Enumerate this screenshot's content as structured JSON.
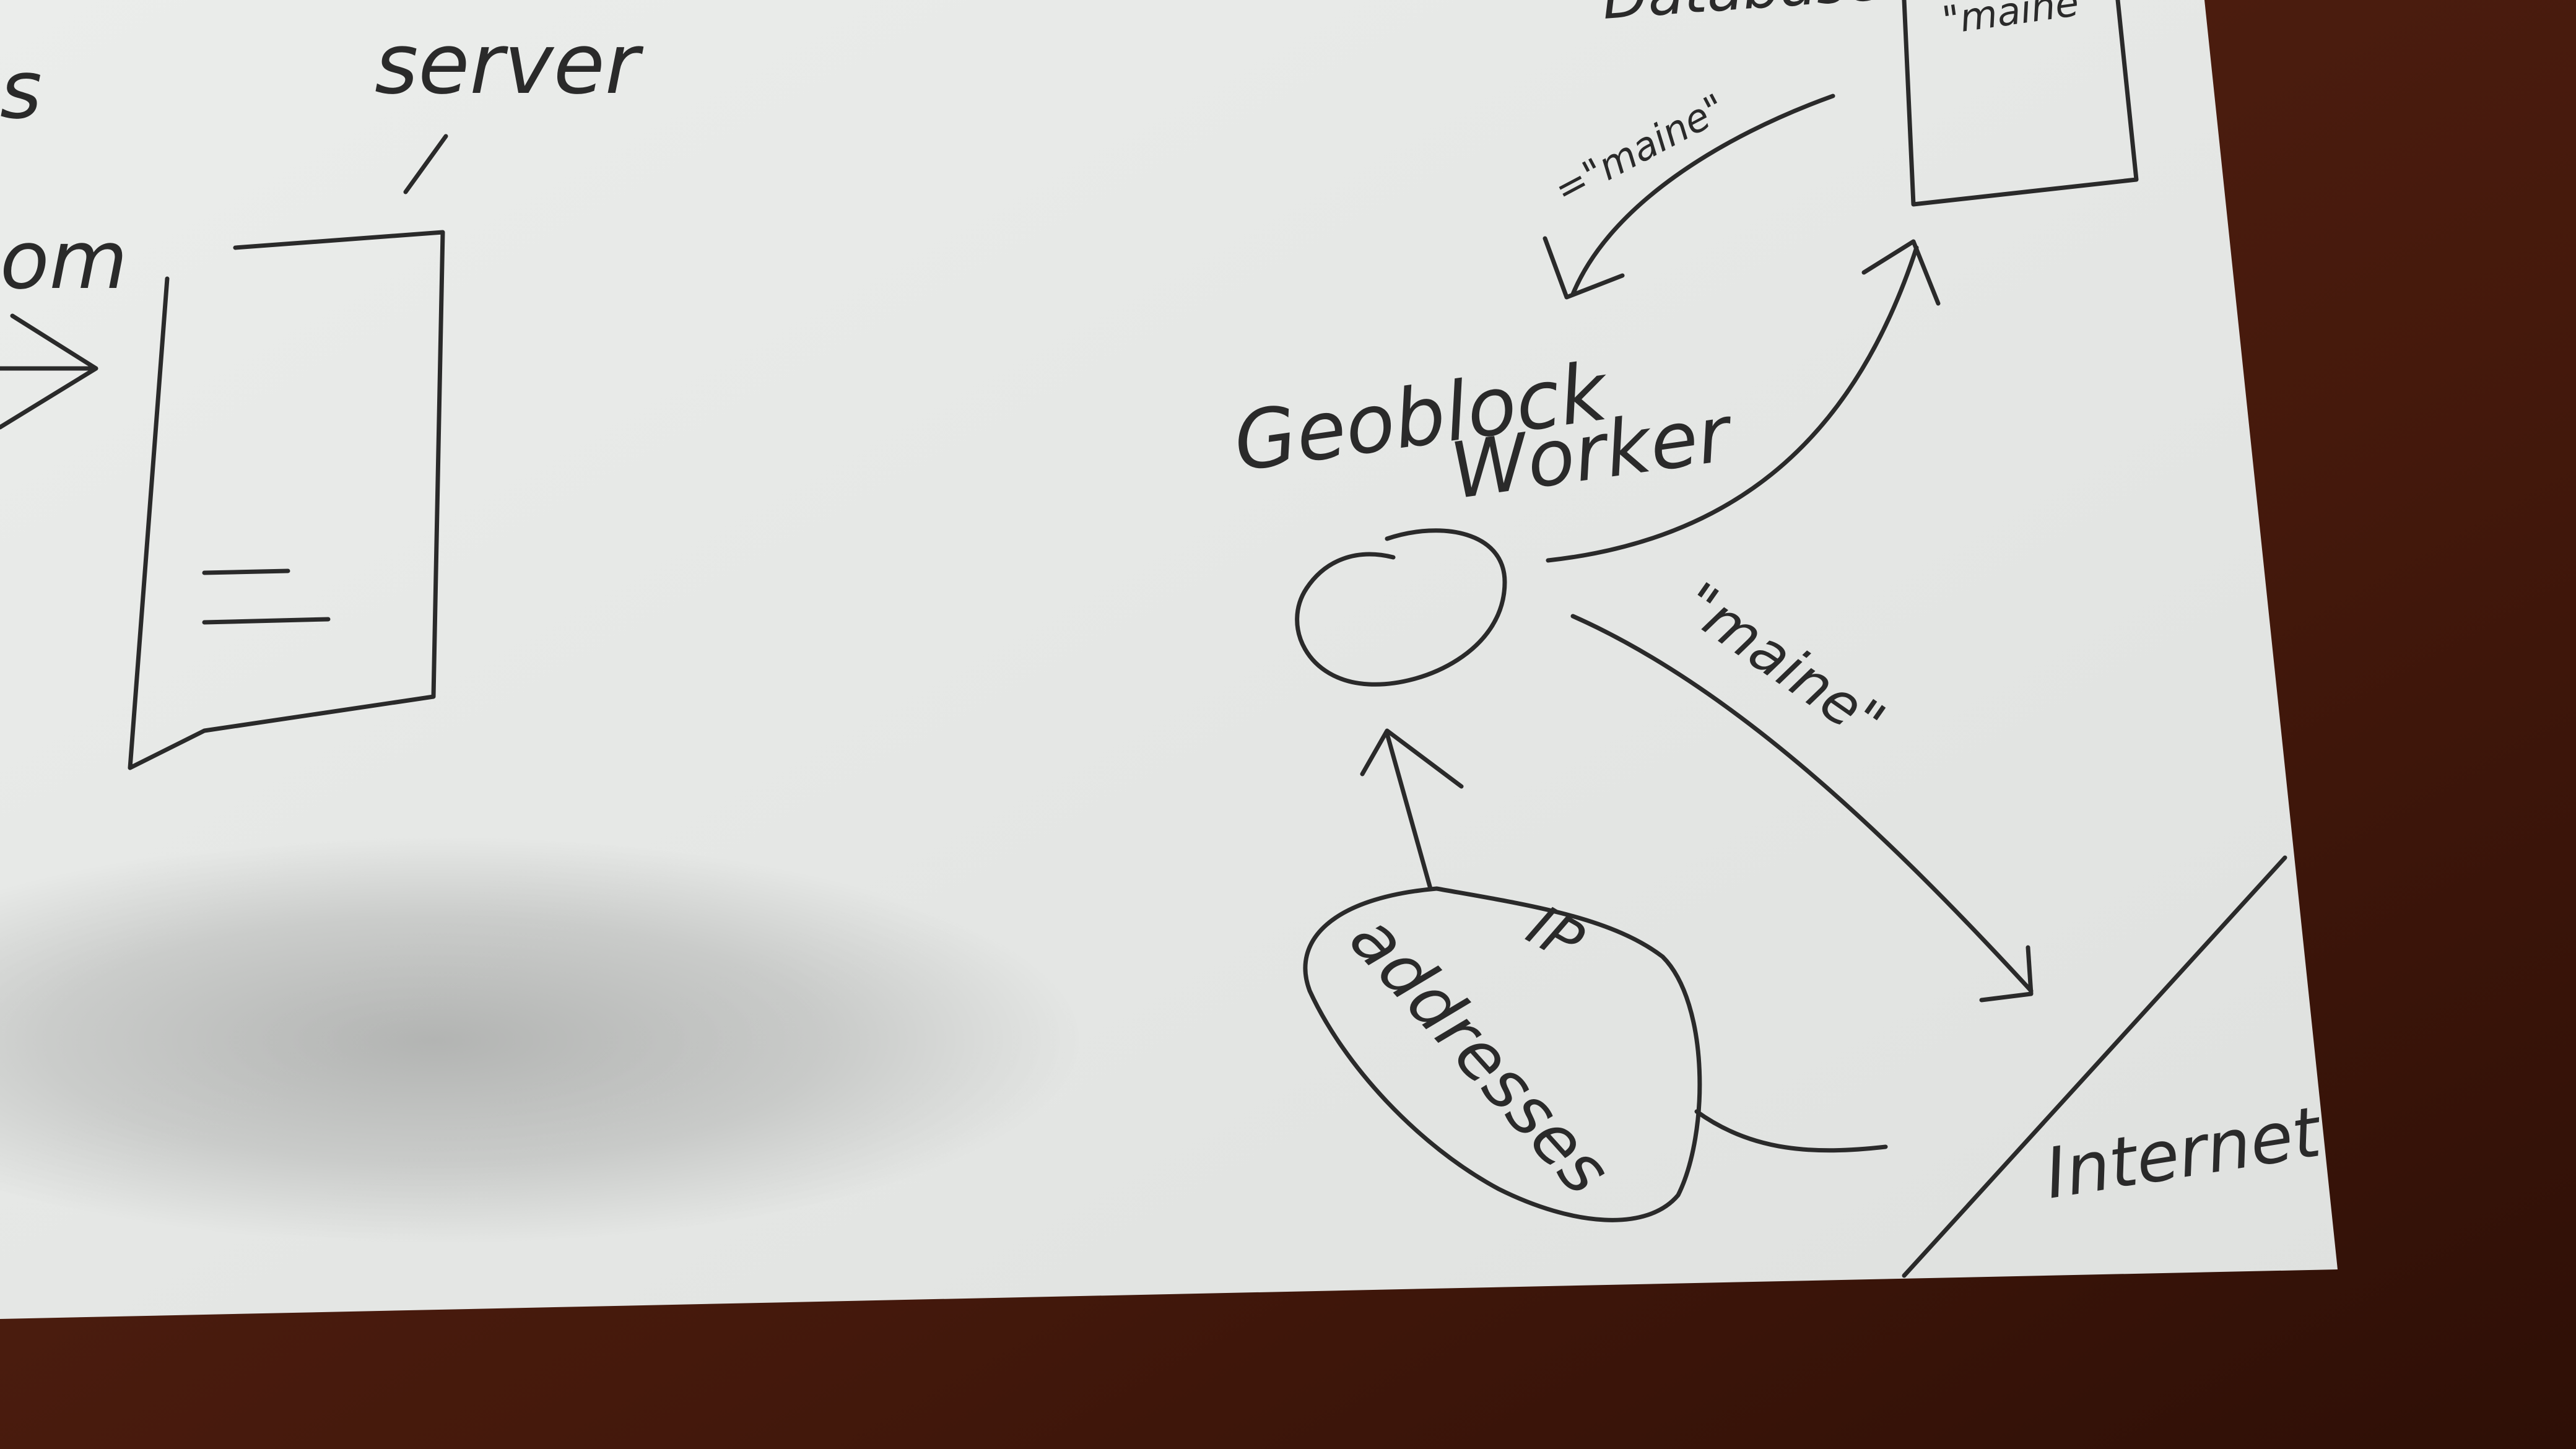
{
  "photo": {
    "paper_color": "#e4e6e4",
    "table_color": "#4a1f12",
    "ink_color": "#2a2a2a"
  },
  "labels": {
    "fragment_s": "s",
    "server": "server",
    "fragment_om": "om",
    "database": "Database",
    "maine_top": "\"maine\"",
    "maine_return": "=\"maine\"",
    "geoblock": "Geoblock",
    "worker": "Worker",
    "maine_internet": "\"maine\"",
    "ip": "IP",
    "addresses": "addresses",
    "internet": "Internet"
  }
}
